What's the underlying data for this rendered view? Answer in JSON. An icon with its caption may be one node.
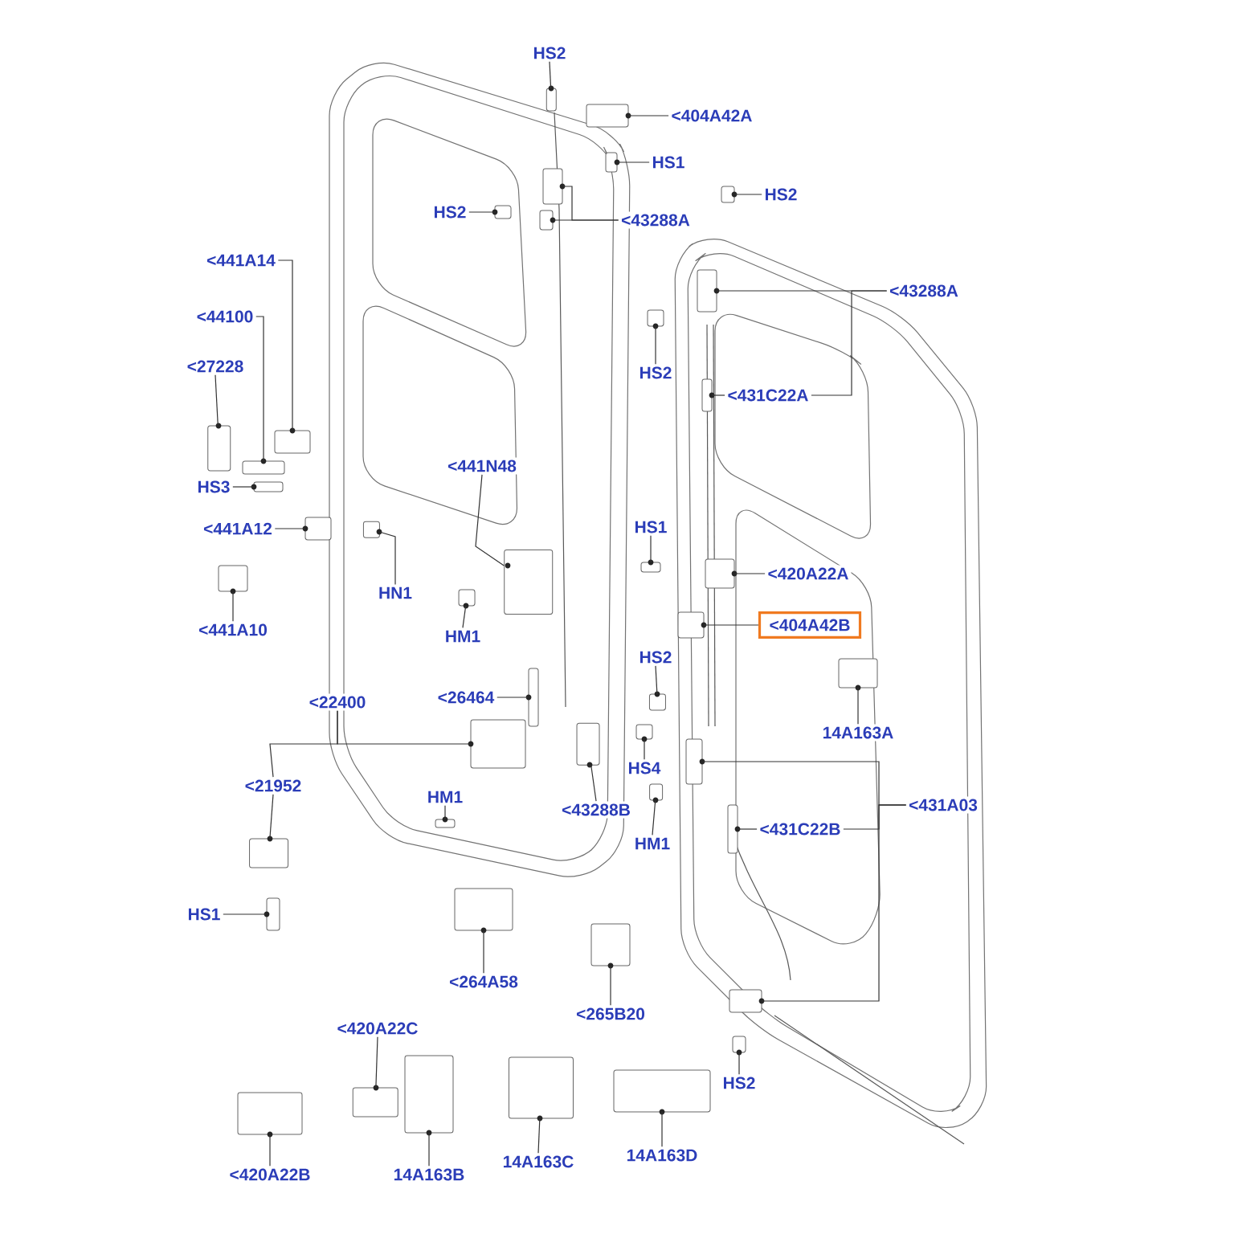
{
  "diagram": {
    "nodes": [
      {
        "text": [
          "HS2"
        ]
      },
      {
        "text": [
          "<404A42A"
        ]
      },
      {
        "text": [
          "HS1"
        ]
      },
      {
        "text": [
          "HS2"
        ]
      },
      {
        "text": [
          "HS2"
        ]
      },
      {
        "text": [
          "<43288A"
        ]
      },
      {
        "text": [
          "<441A14"
        ]
      },
      {
        "text": [
          "<44100"
        ]
      },
      {
        "text": [
          "<27228"
        ]
      },
      {
        "text": [
          "HS3"
        ]
      },
      {
        "text": [
          "<441A12"
        ]
      },
      {
        "text": [
          "<441A10"
        ]
      },
      {
        "text": [
          "HN1"
        ]
      },
      {
        "text": [
          "HM1"
        ]
      },
      {
        "text": [
          "<441N48"
        ]
      },
      {
        "text": [
          "<43288A"
        ]
      },
      {
        "text": [
          "<431C22A"
        ]
      },
      {
        "text": [
          "HS2"
        ]
      },
      {
        "text": [
          "HS1"
        ]
      },
      {
        "text": [
          "<420A22A"
        ]
      },
      {
        "text": [
          "<404A42B"
        ]
      },
      {
        "text": [
          "HS2"
        ]
      },
      {
        "text": [
          "14A163A"
        ]
      },
      {
        "text": [
          "<26464"
        ]
      },
      {
        "text": [
          "<22400"
        ]
      },
      {
        "text": [
          "<21952"
        ]
      },
      {
        "text": [
          "HM1"
        ]
      },
      {
        "text": [
          "<43288B"
        ]
      },
      {
        "text": [
          "HS4"
        ]
      },
      {
        "text": [
          "HM1"
        ]
      },
      {
        "text": [
          "<431A03"
        ]
      },
      {
        "text": [
          "<431C22B"
        ]
      },
      {
        "text": [
          "HS1"
        ]
      },
      {
        "text": [
          "<264A58"
        ]
      },
      {
        "text": [
          "<265B20"
        ]
      },
      {
        "text": [
          "<420A22C"
        ]
      },
      {
        "text": [
          "HS2"
        ]
      },
      {
        "text": [
          "<420A22B"
        ]
      },
      {
        "text": [
          "14A163B"
        ]
      },
      {
        "text": [
          "14A163C"
        ]
      },
      {
        "text": [
          "14A163D"
        ]
      },
      {
        "text": [],
        "shape": "box"
      },
      {
        "text": [],
        "shape": "box"
      },
      {
        "text": [],
        "shape": "box"
      },
      {
        "text": [],
        "shape": "box"
      },
      {
        "text": [],
        "shape": "box"
      },
      {
        "text": [],
        "shape": "box"
      },
      {
        "text": [],
        "shape": "box"
      },
      {
        "text": [],
        "shape": "box"
      },
      {
        "text": [],
        "shape": "box"
      },
      {
        "text": [],
        "shape": "box"
      },
      {
        "text": [],
        "shape": "box"
      },
      {
        "text": [],
        "shape": "box"
      },
      {
        "text": [],
        "shape": "box"
      },
      {
        "text": [],
        "shape": "box"
      },
      {
        "text": [],
        "shape": "box"
      },
      {
        "text": [],
        "shape": "box"
      },
      {
        "text": [],
        "shape": "box"
      },
      {
        "text": [],
        "shape": "box"
      },
      {
        "text": [],
        "shape": "box"
      },
      {
        "text": [],
        "shape": "box"
      },
      {
        "text": [],
        "shape": "box"
      },
      {
        "text": [],
        "shape": "box"
      },
      {
        "text": [],
        "shape": "box"
      },
      {
        "text": [],
        "shape": "box"
      },
      {
        "text": [],
        "shape": "box"
      },
      {
        "text": [],
        "shape": "box"
      },
      {
        "text": [],
        "shape": "box"
      },
      {
        "text": [],
        "shape": "box"
      },
      {
        "text": [],
        "shape": "box"
      },
      {
        "text": [],
        "shape": "box"
      },
      {
        "text": [],
        "shape": "box"
      },
      {
        "text": [],
        "shape": "box"
      },
      {
        "text": [],
        "shape": "box"
      },
      {
        "text": [],
        "shape": "box"
      },
      {
        "text": [],
        "shape": "box"
      },
      {
        "text": [],
        "shape": "box"
      },
      {
        "text": [],
        "shape": "box"
      },
      {
        "text": [],
        "shape": "box"
      },
      {
        "text": [],
        "shape": "box"
      },
      {
        "text": [],
        "shape": "box"
      },
      {
        "text": [],
        "shape": "box"
      },
      {
        "text": [],
        "shape": "box"
      },
      {
        "text": [],
        "shape": "box"
      }
    ],
    "edges": [
      {
        "from": 0,
        "to": 41,
        "arrow": "none"
      },
      {
        "from": 1,
        "to": 42,
        "arrow": "none"
      },
      {
        "from": 2,
        "to": 43,
        "arrow": "none"
      },
      {
        "from": 3,
        "to": 44,
        "arrow": "none"
      },
      {
        "from": 4,
        "to": 45,
        "arrow": "none"
      },
      {
        "from": 5,
        "to": 46,
        "arrow": "none"
      },
      {
        "from": 5,
        "to": 47,
        "arrow": "none"
      },
      {
        "from": 6,
        "to": 48,
        "arrow": "none"
      },
      {
        "from": 7,
        "to": 49,
        "arrow": "none"
      },
      {
        "from": 8,
        "to": 50,
        "arrow": "none"
      },
      {
        "from": 9,
        "to": 51,
        "arrow": "none"
      },
      {
        "from": 10,
        "to": 52,
        "arrow": "none"
      },
      {
        "from": 11,
        "to": 53,
        "arrow": "none"
      },
      {
        "from": 12,
        "to": 54,
        "arrow": "none"
      },
      {
        "from": 13,
        "to": 55,
        "arrow": "none"
      },
      {
        "from": 14,
        "to": 56,
        "arrow": "none"
      },
      {
        "from": 15,
        "to": 57,
        "arrow": "none"
      },
      {
        "from": 16,
        "to": 15,
        "arrow": "none"
      },
      {
        "from": 16,
        "to": 58,
        "arrow": "none"
      },
      {
        "from": 17,
        "to": 59,
        "arrow": "none"
      },
      {
        "from": 18,
        "to": 60,
        "arrow": "none"
      },
      {
        "from": 19,
        "to": 61,
        "arrow": "none"
      },
      {
        "from": 20,
        "to": 62,
        "arrow": "none"
      },
      {
        "from": 21,
        "to": 63,
        "arrow": "none"
      },
      {
        "from": 22,
        "to": 64,
        "arrow": "none"
      },
      {
        "from": 23,
        "to": 65,
        "arrow": "none"
      },
      {
        "from": 24,
        "to": 66,
        "arrow": "none"
      },
      {
        "from": 24,
        "to": 25,
        "arrow": "none"
      },
      {
        "from": 25,
        "to": 67,
        "arrow": "none"
      },
      {
        "from": 26,
        "to": 68,
        "arrow": "none"
      },
      {
        "from": 27,
        "to": 69,
        "arrow": "none"
      },
      {
        "from": 28,
        "to": 70,
        "arrow": "none"
      },
      {
        "from": 29,
        "to": 71,
        "arrow": "none"
      },
      {
        "from": 30,
        "to": 72,
        "arrow": "none"
      },
      {
        "from": 30,
        "to": 73,
        "arrow": "none"
      },
      {
        "from": 31,
        "to": 74,
        "arrow": "none"
      },
      {
        "from": 31,
        "to": 30,
        "arrow": "none"
      },
      {
        "from": 32,
        "to": 75,
        "arrow": "none"
      },
      {
        "from": 33,
        "to": 76,
        "arrow": "none"
      },
      {
        "from": 34,
        "to": 77,
        "arrow": "none"
      },
      {
        "from": 35,
        "to": 78,
        "arrow": "none"
      },
      {
        "from": 36,
        "to": 79,
        "arrow": "none"
      },
      {
        "from": 37,
        "to": 80,
        "arrow": "none"
      },
      {
        "from": 38,
        "to": 81,
        "arrow": "none"
      },
      {
        "from": 39,
        "to": 82,
        "arrow": "none"
      },
      {
        "from": 40,
        "to": 83,
        "arrow": "none"
      }
    ]
  }
}
